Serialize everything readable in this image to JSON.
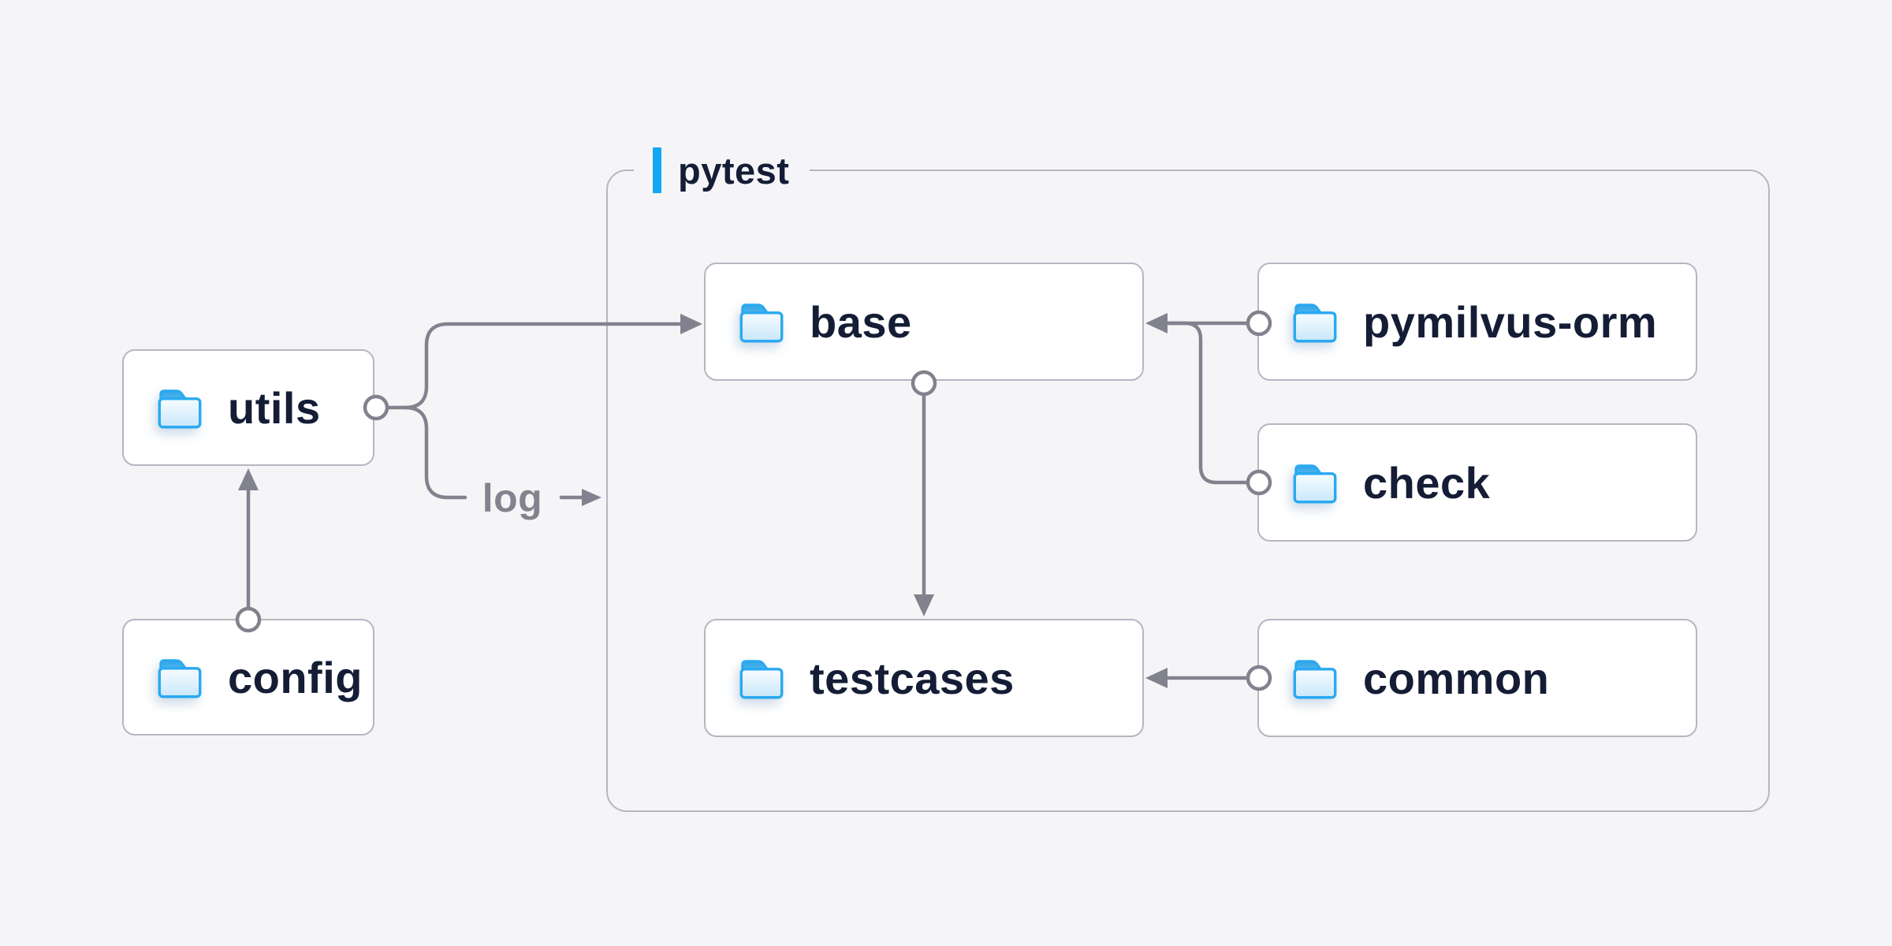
{
  "diagram": {
    "group_label": "pytest",
    "edge_label": "log"
  },
  "nodes": {
    "utils": {
      "label": "utils",
      "icon": "folder-icon"
    },
    "config": {
      "label": "config",
      "icon": "folder-icon"
    },
    "base": {
      "label": "base",
      "icon": "folder-icon"
    },
    "pymilvus_orm": {
      "label": "pymilvus-orm",
      "icon": "folder-icon"
    },
    "check": {
      "label": "check",
      "icon": "folder-icon"
    },
    "testcases": {
      "label": "testcases",
      "icon": "folder-icon"
    },
    "common": {
      "label": "common",
      "icon": "folder-icon"
    }
  },
  "edges": [
    {
      "from": "config",
      "to": "utils",
      "style": "arrow"
    },
    {
      "from": "utils",
      "to": "base",
      "style": "arrow"
    },
    {
      "from": "utils",
      "to": "log",
      "style": "labeled-arrow"
    },
    {
      "from": "pymilvus-orm",
      "to": "base",
      "style": "arrow"
    },
    {
      "from": "check",
      "to": "base",
      "style": "merge-arrow"
    },
    {
      "from": "base",
      "to": "testcases",
      "style": "arrow"
    },
    {
      "from": "common",
      "to": "testcases",
      "style": "arrow"
    }
  ],
  "colors": {
    "background": "#f5f5f7",
    "node_background": "#ffffff",
    "node_border": "#b6b6c2",
    "text": "#141d35",
    "line": "#82828e",
    "accent_blue": "#12a7f2",
    "folder_blue": "#29a9f1",
    "edge_label_gray": "#83838e"
  }
}
